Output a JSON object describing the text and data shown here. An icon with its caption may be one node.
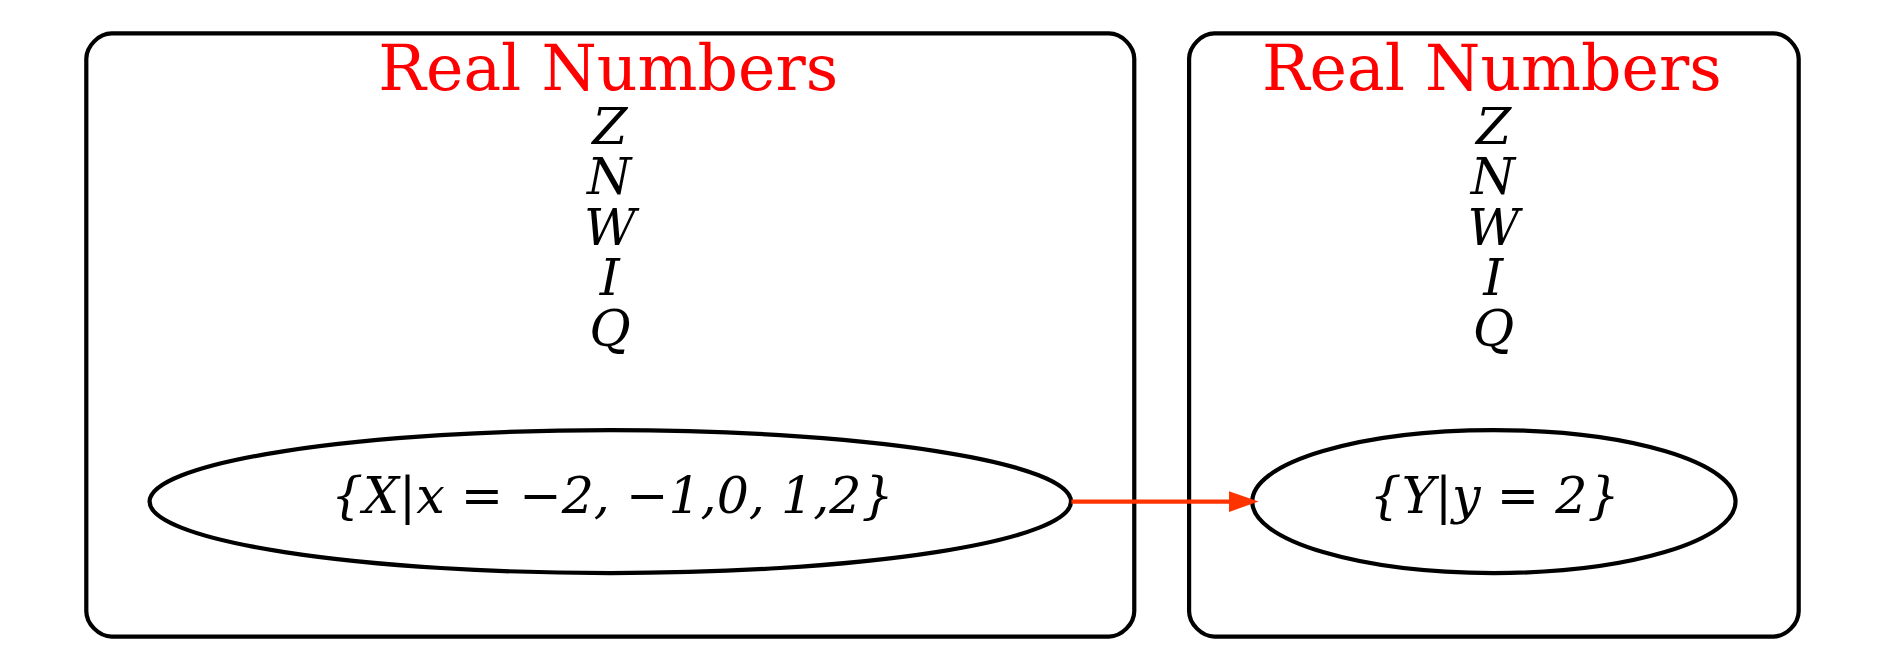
{
  "diagram": {
    "nodes": [
      {
        "text": [
          "Real Numbers",
          "Z",
          "N",
          "W",
          "I",
          "Q"
        ]
      },
      {
        "text": [
          "{X|x = −2, −1,0, 1,2}"
        ],
        "in": 0
      },
      {
        "text": [
          "Real Numbers",
          "Z",
          "N",
          "W",
          "I",
          "Q"
        ]
      },
      {
        "text": [
          "{Y|y = 2}"
        ],
        "in": 2
      }
    ],
    "edges": [
      {
        "from": 1,
        "to": 3,
        "arrow": "to",
        "color": "#ff3300"
      }
    ]
  }
}
